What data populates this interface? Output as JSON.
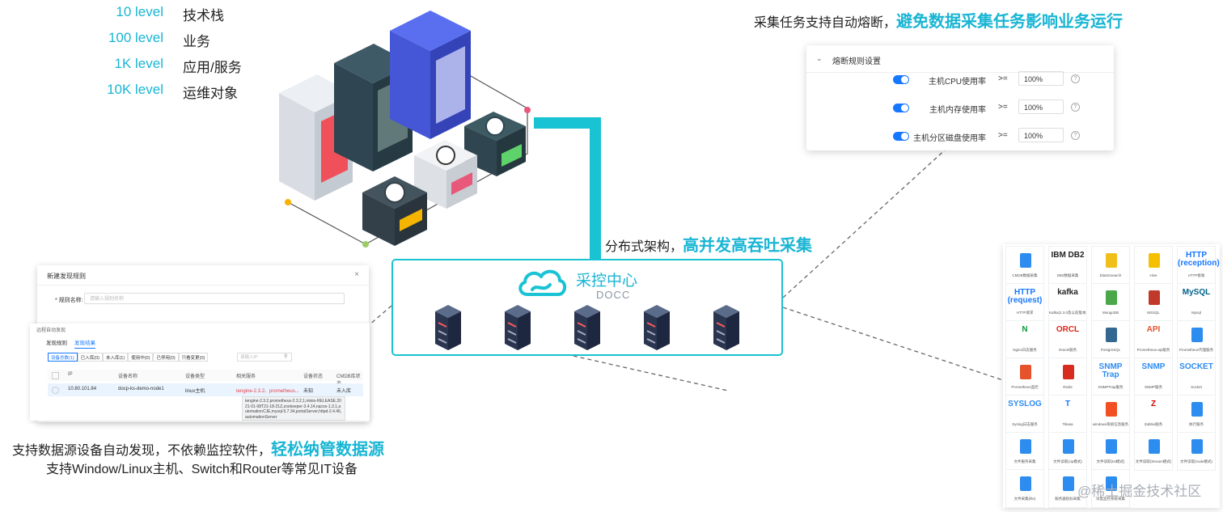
{
  "scale": [
    {
      "level": "10 level",
      "label": "技术栈"
    },
    {
      "level": "100 level",
      "label": "业务"
    },
    {
      "level": "1K level",
      "label": "应用/服务"
    },
    {
      "level": "10K level",
      "label": "运维对象"
    }
  ],
  "fuse": {
    "caption_prefix": "采集任务支持自动熔断，",
    "caption_highlight": "避免数据采集任务影响业务运行",
    "panel_title": "熔断规则设置",
    "rules": [
      {
        "name": "主机CPU使用率",
        "op": ">=",
        "value": "100%"
      },
      {
        "name": "主机内存使用率",
        "op": ">=",
        "value": "100%"
      },
      {
        "name": "主机分区磁盘使用率",
        "op": ">=",
        "value": "100%"
      }
    ]
  },
  "arch": {
    "caption_prefix": "分布式架构，",
    "caption_highlight": "高并发高吞吐采集"
  },
  "docc": {
    "title": "采控中心",
    "subtitle": "DOCC"
  },
  "discovery": {
    "dialog_title": "新建发现规则",
    "rule_name_label": "* 规则名称:",
    "rule_name_placeholder": "请输入规则名称",
    "subwin_title": "远程自动发现",
    "tabs": [
      "发现规则",
      "发现结果"
    ],
    "filters": [
      "设备总数(1)",
      "已入库(0)",
      "未入库(1)",
      "使用中(0)",
      "已停用(0)",
      "只看变更(0)"
    ],
    "search_placeholder": "请输入IP",
    "columns": [
      "IP",
      "设备名称",
      "设备类型",
      "相关服务",
      "设备状态",
      "CMDB库状态"
    ],
    "row": {
      "ip": "10.80.101.84",
      "name": "docp-ks-demo-node1",
      "type": "linux主机",
      "service": "tengine-2.3.2、prometheus...",
      "status": "未知",
      "cmdb": "未入库"
    },
    "tooltip": "tengine-2.3.2,prometheus-2.3.2,1,minio-RELEASE.2021-01-08T21-18-21Z,zookeeper-3.4.14,nacos-1.3.1,automationCJE,mysql-5.7.34,portalServer,httpd-2.4.46,automationServer",
    "caption_prefix": "支持数据源设备自动发现，不依赖监控软件，",
    "caption_highlight": "轻松纳管数据源",
    "caption_line2": "支持Window/Linux主机、Switch和Router等常见IT设备"
  },
  "plugins": [
    {
      "logo": "",
      "name": "CMDB数据采集",
      "icon": "doc-icon",
      "color": "#2d8cf0"
    },
    {
      "logo": "IBM DB2",
      "name": "DB2数据采集",
      "icon": "",
      "color": "#222"
    },
    {
      "logo": "",
      "name": "Elasticsearch",
      "icon": "elastic-icon",
      "color": "#f0bf1a"
    },
    {
      "logo": "",
      "name": "Hive",
      "icon": "hive-icon",
      "color": "#f5c000"
    },
    {
      "logo": "HTTP (reception)",
      "name": "HTTP接收",
      "icon": "",
      "color": "#1677ff"
    },
    {
      "logo": "HTTP (request)",
      "name": "HTTP请求",
      "icon": "",
      "color": "#1677ff"
    },
    {
      "logo": "kafka",
      "name": "Kafka(2.3.0及以前版本)",
      "icon": "",
      "color": "#222"
    },
    {
      "logo": "",
      "name": "MongoDB",
      "icon": "mongo-icon",
      "color": "#4aa84a"
    },
    {
      "logo": "",
      "name": "MSSQL",
      "icon": "mssql-icon",
      "color": "#c0392b"
    },
    {
      "logo": "MySQL",
      "name": "Mysql",
      "icon": "",
      "color": "#00618a"
    },
    {
      "logo": "N",
      "name": "Nginx日志服务",
      "icon": "",
      "color": "#0a9a3c"
    },
    {
      "logo": "ORCL",
      "name": "Oracle服务",
      "icon": "",
      "color": "#d9261c"
    },
    {
      "logo": "",
      "name": "PostgreSQL",
      "icon": "pg-icon",
      "color": "#336791"
    },
    {
      "logo": "API",
      "name": "Prometheus-api服务",
      "icon": "",
      "color": "#e6522c"
    },
    {
      "logo": "",
      "name": "Prometheus代理服务",
      "icon": "doc-icon",
      "color": "#2d8cf0"
    },
    {
      "logo": "",
      "name": "Prometheus监控",
      "icon": "prom-icon",
      "color": "#e6522c"
    },
    {
      "logo": "",
      "name": "Redis",
      "icon": "redis-icon",
      "color": "#d82c20"
    },
    {
      "logo": "SNMP Trap",
      "name": "SNMPTrap服务",
      "icon": "",
      "color": "#2d8cf0"
    },
    {
      "logo": "SNMP",
      "name": "SNMP服务",
      "icon": "",
      "color": "#2d8cf0"
    },
    {
      "logo": "SOCKET",
      "name": "Socket",
      "icon": "",
      "color": "#2d8cf0"
    },
    {
      "logo": "SYSLOG",
      "name": "Syslog日志服务",
      "icon": "",
      "color": "#2d8cf0"
    },
    {
      "logo": "T",
      "name": "Tikasa",
      "icon": "",
      "color": "#1677ff"
    },
    {
      "logo": "",
      "name": "windows系统信息服务",
      "icon": "windows-icon",
      "color": "#f25022"
    },
    {
      "logo": "Z",
      "name": "Zabbix服务",
      "icon": "",
      "color": "#d40000"
    },
    {
      "logo": "",
      "name": "执行服务",
      "icon": "doc-icon",
      "color": "#2d8cf0"
    },
    {
      "logo": "",
      "name": "文件服务采集",
      "icon": "doc-icon",
      "color": "#2d8cf0"
    },
    {
      "logo": "",
      "name": "文件读取(zip模式)",
      "icon": "doc-icon",
      "color": "#2d8cf0"
    },
    {
      "logo": "",
      "name": "文件读取(txt模式)",
      "icon": "doc-icon",
      "color": "#2d8cf0"
    },
    {
      "logo": "",
      "name": "文件读取(Stream模式)",
      "icon": "doc-icon",
      "color": "#2d8cf0"
    },
    {
      "logo": "",
      "name": "文件读取(node模式)",
      "icon": "doc-icon",
      "color": "#2d8cf0"
    },
    {
      "logo": "",
      "name": "文件采集(file)",
      "icon": "doc-icon",
      "color": "#2d8cf0"
    },
    {
      "logo": "",
      "name": "服务器指标采集",
      "icon": "server-icon",
      "color": "#2d8cf0"
    },
    {
      "logo": "",
      "name": "深度监控系统采集",
      "icon": "doc-icon",
      "color": "#2d8cf0"
    }
  ],
  "watermark": "@稀土掘金技术社区",
  "colors": {
    "accent": "#19b5d4",
    "docc_border": "#19c3d4",
    "toggle": "#1677ff"
  }
}
